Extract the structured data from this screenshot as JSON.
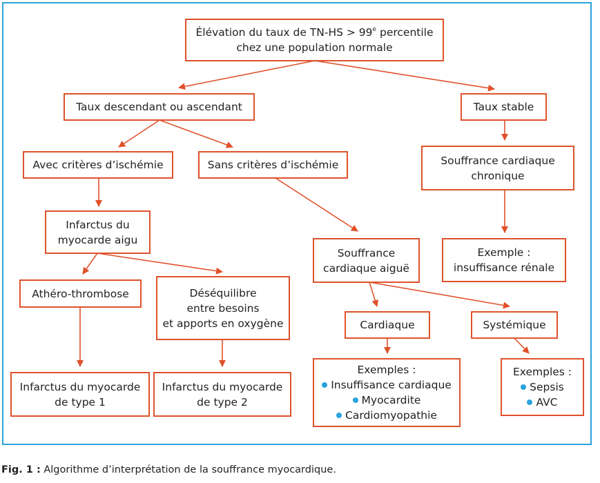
{
  "colors": {
    "border": "#e0512b",
    "arrow": "#e0512b",
    "frame": "#29a3dc",
    "bullet": "#29a3dc"
  },
  "nodes": {
    "elevation": {
      "line1_pre": "Élévation du taux de TN-HS > 99",
      "line1_sup": "e",
      "line1_post": " percentile",
      "line2": "chez une population normale"
    },
    "taux_desc_asc": "Taux descendant ou ascendant",
    "taux_stable": "Taux stable",
    "avec_ischemie": "Avec critères d’ischémie",
    "sans_ischemie": "Sans critères d’ischémie",
    "souffrance_chronique": [
      "Souffrance cardiaque",
      "chronique"
    ],
    "infarctus_aigu": [
      "Infarctus du",
      "myocarde aigu"
    ],
    "souffrance_aigue": [
      "Souffrance",
      "cardiaque aiguë"
    ],
    "exemple_renal": [
      "Exemple :",
      "insuffisance rénale"
    ],
    "athero": "Athéro-thrombose",
    "desequilibre": [
      "Déséquilibre",
      "entre besoins",
      "et apports en oxygène"
    ],
    "cardiaque": "Cardiaque",
    "systemique": "Systémique",
    "infarctus_type1": [
      "Infarctus du myocarde",
      "de type 1"
    ],
    "infarctus_type2": [
      "Infarctus du myocarde",
      "de type 2"
    ],
    "exemples_cardiaque": {
      "heading": "Exemples :",
      "items": [
        "Insuffisance cardiaque",
        "Myocardite",
        "Cardiomyopathie"
      ]
    },
    "exemples_systemique": {
      "heading": "Exemples :",
      "items": [
        "Sepsis",
        "AVC"
      ]
    }
  },
  "caption": {
    "label": "Fig. 1 :",
    "text": " Algorithme d’interprétation de la souffrance myocardique."
  }
}
